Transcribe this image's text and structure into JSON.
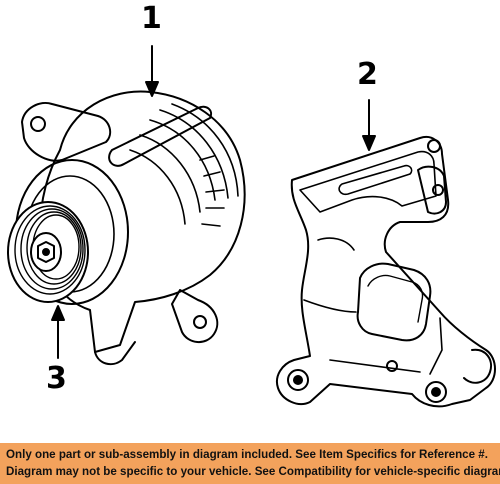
{
  "callouts": {
    "part1": "1",
    "part2": "2",
    "part3": "3"
  },
  "notice": {
    "line1": "Only one part or sub-assembly in diagram included. See Item Specifics for Reference #.",
    "line2": "Diagram may not be specific to your vehicle. See Compatibility for vehicle-specific diagrams."
  },
  "colors": {
    "banner": "#f3a25c",
    "ink": "#000000"
  }
}
